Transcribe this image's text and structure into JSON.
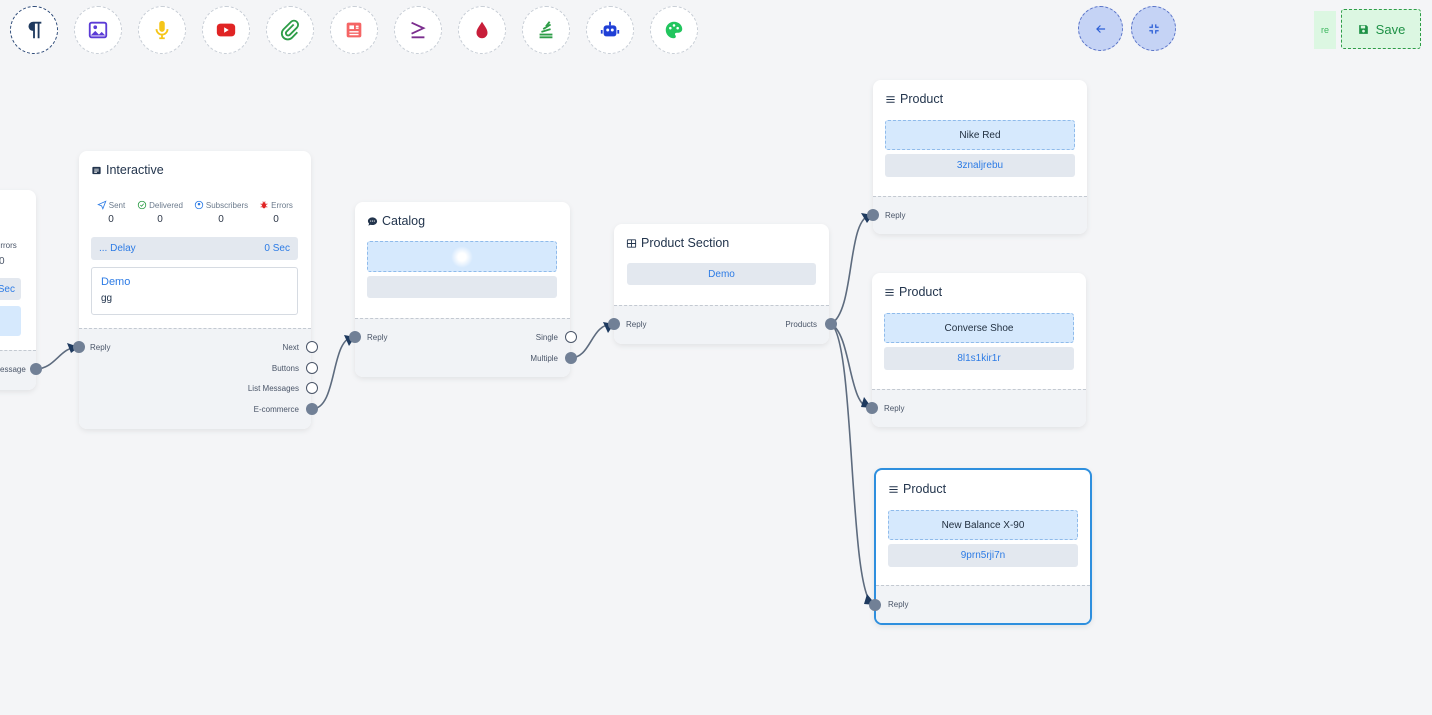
{
  "toolbar": {
    "tools": [
      {
        "icon": "paragraph-icon",
        "color": "#1f3a5f"
      },
      {
        "icon": "image-icon",
        "color": "#5b3bd6"
      },
      {
        "icon": "microphone-icon",
        "color": "#f5c518"
      },
      {
        "icon": "youtube-icon",
        "color": "#e02424"
      },
      {
        "icon": "paperclip-icon",
        "color": "#2e9d48"
      },
      {
        "icon": "newspaper-icon",
        "color": "#f56565"
      },
      {
        "icon": "greater-equal-icon",
        "color": "#7b2d8e"
      },
      {
        "icon": "droplet-icon",
        "color": "#c81e3a"
      },
      {
        "icon": "stack-icon",
        "color": "#2e9d48"
      },
      {
        "icon": "robot-icon",
        "color": "#1f3fd6"
      },
      {
        "icon": "palette-icon",
        "color": "#22c55e"
      }
    ],
    "nav": [
      {
        "icon": "arrow-left-icon"
      },
      {
        "icon": "compress-icon"
      }
    ],
    "save_label": "Save",
    "save_ghost": "re"
  },
  "prev_node": {
    "errors_label": "Errors",
    "errors_value": "0",
    "delay_value": "Sec",
    "port_label": "essage"
  },
  "interactive_node": {
    "title": "Interactive",
    "stats": [
      {
        "label": "Sent",
        "value": "0"
      },
      {
        "label": "Delivered",
        "value": "0"
      },
      {
        "label": "Subscribers",
        "value": "0"
      },
      {
        "label": "Errors",
        "value": "0"
      }
    ],
    "delay_label": "... Delay",
    "delay_value": "0 Sec",
    "message_title": "Demo",
    "message_body": "gg",
    "reply_label": "Reply",
    "outputs": [
      "Next",
      "Buttons",
      "List Messages",
      "E-commerce"
    ]
  },
  "catalog_node": {
    "title": "Catalog",
    "reply_label": "Reply",
    "outputs": [
      "Single",
      "Multiple"
    ]
  },
  "section_node": {
    "title": "Product Section",
    "section_name": "Demo",
    "reply_label": "Reply",
    "output_label": "Products"
  },
  "products": [
    {
      "title": "Product",
      "name": "Nike Red",
      "id": "3znaljrebu",
      "reply_label": "Reply"
    },
    {
      "title": "Product",
      "name": "Converse Shoe",
      "id": "8l1s1kir1r",
      "reply_label": "Reply"
    },
    {
      "title": "Product",
      "name": "New Balance X-90",
      "id": "9prn5rji7n",
      "reply_label": "Reply"
    }
  ],
  "colors": {
    "edge": "#5d6b7e",
    "arrow": "#1e3a5f",
    "link": "#2c7be5",
    "selected_border": "#2e8fde"
  }
}
